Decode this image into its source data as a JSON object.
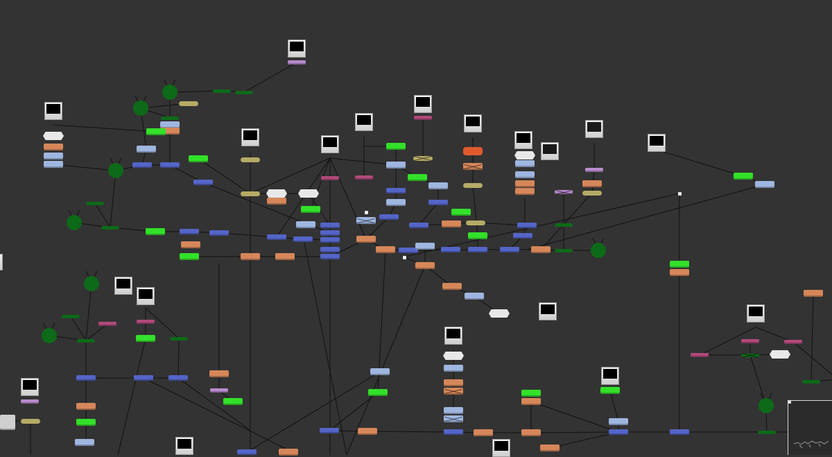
{
  "app": {
    "title": ""
  },
  "colors": {
    "canvas": "#333333",
    "merge_blue": "#5465c8",
    "grade_light_blue": "#9fb6e0",
    "transform_orange": "#d6875a",
    "keyer_green": "#33e02a",
    "dark_green": "#0d6a18",
    "backdrop_pink": "#b14a7c",
    "lilac": "#b98ccd",
    "olive": "#b5ab66",
    "white_node": "#e8e8e8",
    "red_node": "#e05a2e",
    "edge": "#111111"
  },
  "graph": {
    "description_hidden": "",
    "node_types": {
      "read": "read-node-icon",
      "merge": "merge-node",
      "grade": "grade-node",
      "transform": "transform-node",
      "keyer": "keyer-node",
      "roto": "roto-node",
      "dot": "dot-node",
      "viewer": "viewer-node"
    }
  },
  "minimap": {
    "label": ""
  }
}
